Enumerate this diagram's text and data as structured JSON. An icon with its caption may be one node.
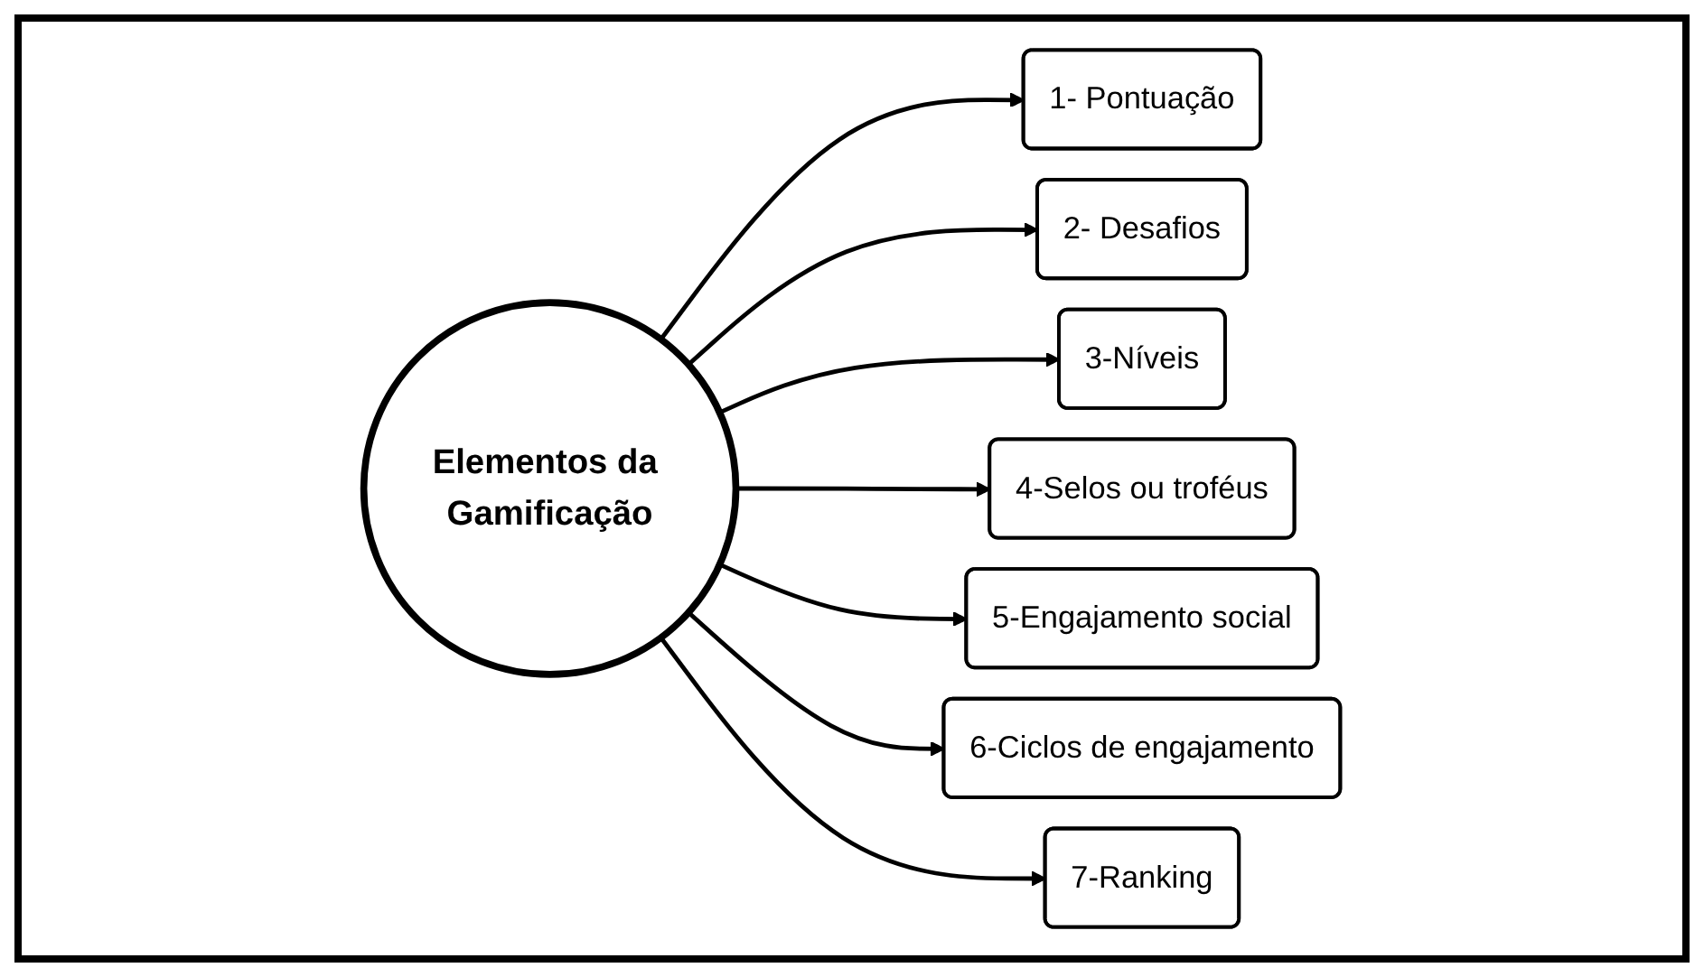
{
  "diagram": {
    "nodes": [
      {
        "text": [
          "Elementos da Gamificação"
        ]
      },
      {
        "text": [
          "1- Pontuação"
        ]
      },
      {
        "text": [
          "2- Desafios"
        ]
      },
      {
        "text": [
          "3-Níveis"
        ]
      },
      {
        "text": [
          "4-Selos ou troféus"
        ]
      },
      {
        "text": [
          "5-Engajamento social"
        ]
      },
      {
        "text": [
          "6-Ciclos de engajamento"
        ]
      },
      {
        "text": [
          "7-Ranking"
        ]
      }
    ],
    "edges": [
      {
        "from": 0,
        "to": 1,
        "arrow": "to"
      },
      {
        "from": 0,
        "to": 2,
        "arrow": "to"
      },
      {
        "from": 0,
        "to": 3,
        "arrow": "to"
      },
      {
        "from": 0,
        "to": 4,
        "arrow": "to"
      },
      {
        "from": 0,
        "to": 5,
        "arrow": "to"
      },
      {
        "from": 0,
        "to": 6,
        "arrow": "to"
      },
      {
        "from": 0,
        "to": 7,
        "arrow": "to"
      }
    ]
  }
}
